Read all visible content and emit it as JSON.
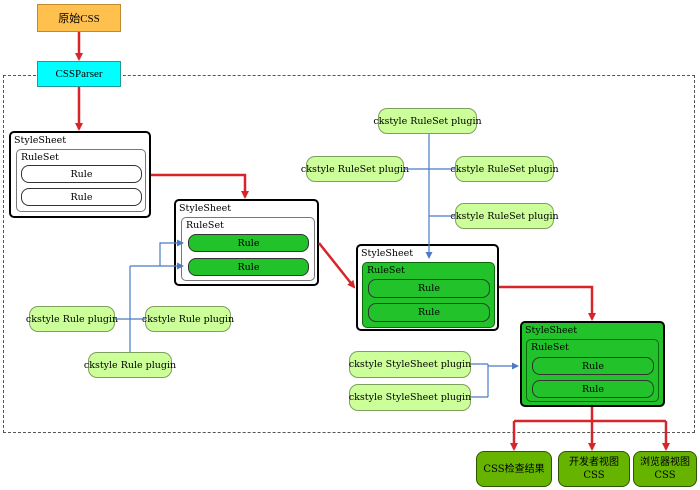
{
  "source": {
    "label": "原始CSS"
  },
  "parser": {
    "label": "CSSParser"
  },
  "stylesheets": [
    {
      "title": "StyleSheet",
      "ruleset": "RuleSet",
      "rules": [
        "Rule",
        "Rule"
      ]
    },
    {
      "title": "StyleSheet",
      "ruleset": "RuleSet",
      "rules": [
        "Rule",
        "Rule"
      ]
    },
    {
      "title": "StyleSheet",
      "ruleset": "RuleSet",
      "rules": [
        "Rule",
        "Rule"
      ]
    },
    {
      "title": "StyleSheet",
      "ruleset": "RuleSet",
      "rules": [
        "Rule",
        "Rule"
      ]
    }
  ],
  "rule_plugins": [
    "ckstyle Rule  plugin",
    "ckstyle  Rule plugin",
    "ckstyle  Rule plugin"
  ],
  "ruleset_plugins": [
    "ckstyle  RuleSet plugin",
    "ckstyle  RuleSet plugin",
    "ckstyle  RuleSet plugin",
    "ckstyle  RuleSet plugin"
  ],
  "stylesheet_plugins": [
    "ckstyle StyleSheet  plugin",
    "ckstyle  StyleSheet plugin"
  ],
  "outputs": [
    {
      "line1": "CSS检查结果",
      "line2": ""
    },
    {
      "line1": "开发者视图",
      "line2": "CSS"
    },
    {
      "line1": "浏览器视图",
      "line2": "CSS"
    }
  ],
  "colors": {
    "source_fill": "#ffc04d",
    "parser_fill": "#00ffff",
    "arrow_red": "#d7262b",
    "arrow_blue": "#4a7bc4",
    "green_fill": "#21c22a",
    "plugin_fill": "#ccff99",
    "output_fill": "#66b300"
  }
}
